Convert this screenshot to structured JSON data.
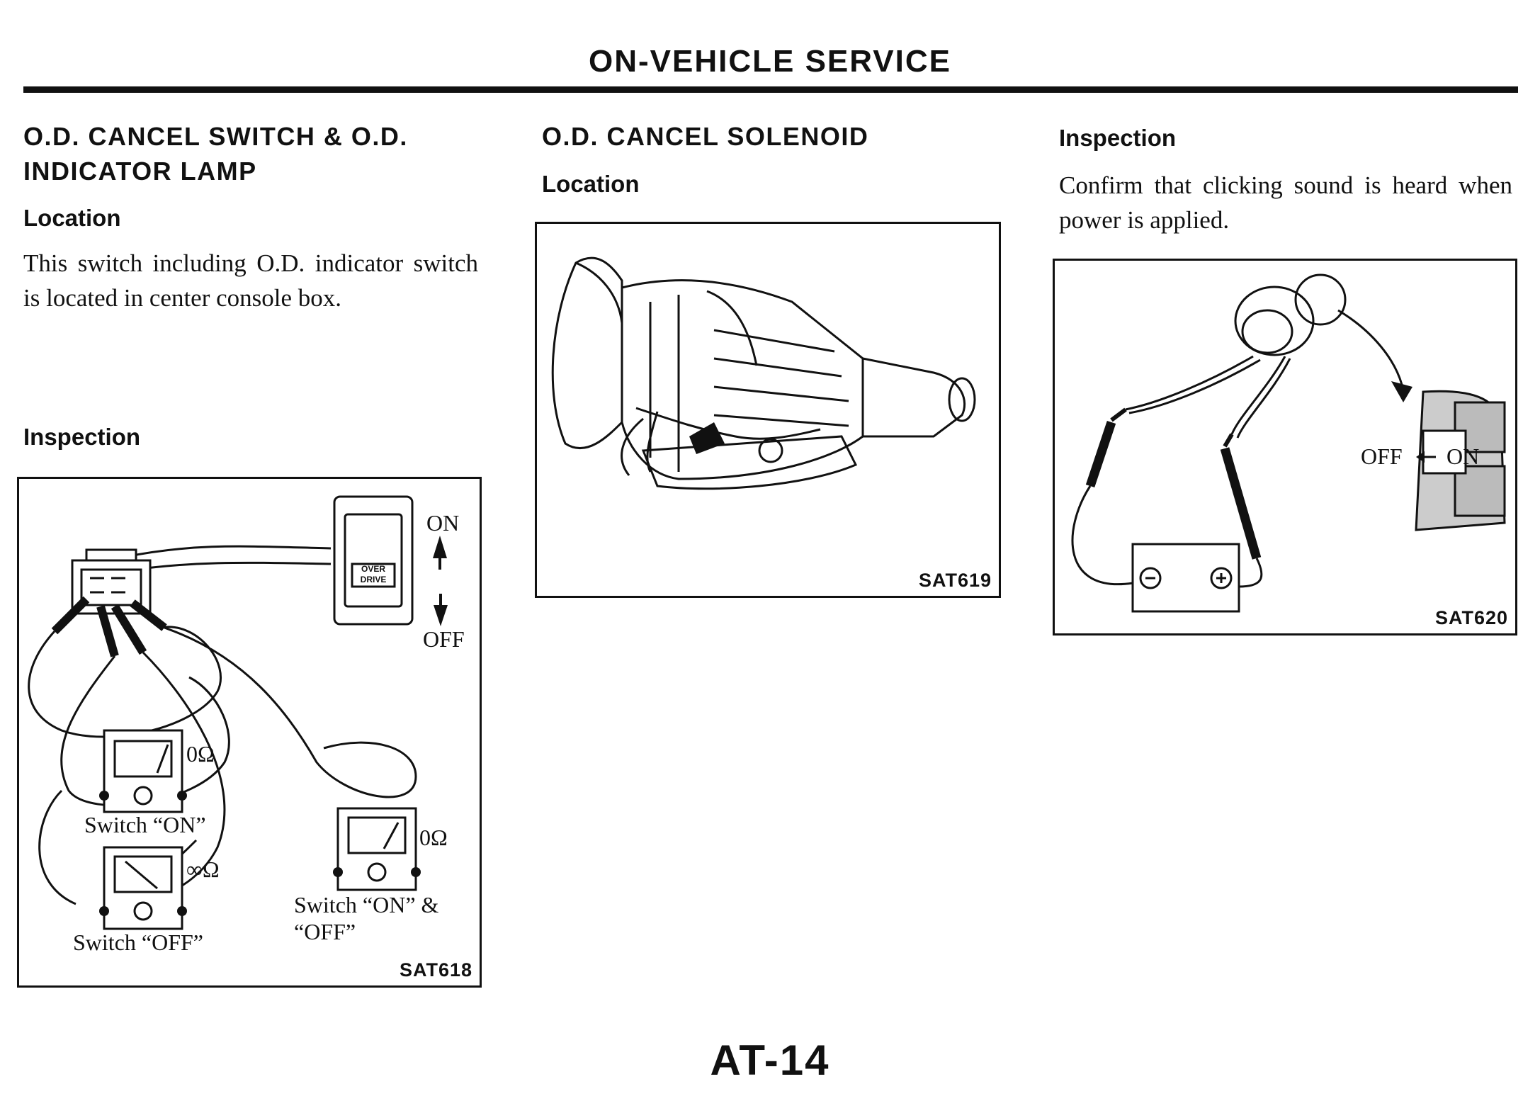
{
  "header": {
    "title": "ON-VEHICLE SERVICE"
  },
  "left": {
    "title_line1": "O.D. CANCEL SWITCH & O.D.",
    "title_line2": "INDICATOR LAMP",
    "location_heading": "Location",
    "location_text": "This switch including O.D. indicator switch is located in center console box.",
    "inspection_heading": "Inspection",
    "figure": {
      "code": "SAT618",
      "on_label": "ON",
      "off_label": "OFF",
      "overdrive_line1": "OVER",
      "overdrive_line2": "DRIVE",
      "meter1_reading": "0Ω",
      "meter1_caption": "Switch “ON”",
      "meter2_reading": "∞Ω",
      "meter2_caption": "Switch “OFF”",
      "meter3_reading": "0Ω",
      "meter3_caption_line1": "Switch “ON” &",
      "meter3_caption_line2": "“OFF”"
    }
  },
  "middle": {
    "title": "O.D. CANCEL SOLENOID",
    "location_heading": "Location",
    "figure": {
      "code": "SAT619"
    }
  },
  "right": {
    "inspection_heading": "Inspection",
    "inspection_text": "Confirm that clicking sound is heard when power is applied.",
    "figure": {
      "code": "SAT620",
      "off_label": "OFF",
      "on_label": "ON",
      "minus_symbol": "−",
      "plus_symbol": "+"
    }
  },
  "footer": {
    "page_number": "AT-14"
  }
}
